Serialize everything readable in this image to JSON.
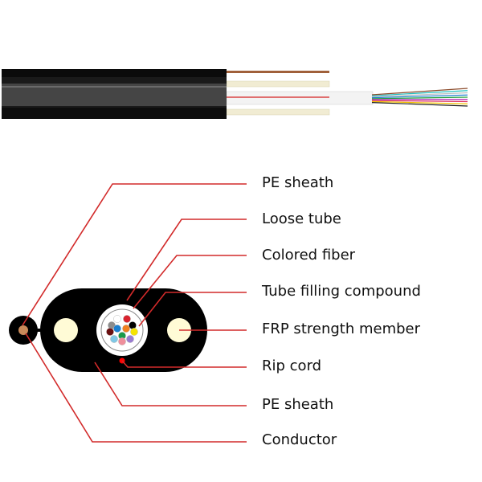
{
  "diagram": {
    "title": "",
    "labels": [
      {
        "id": "pe-sheath-outer",
        "text": "PE sheath"
      },
      {
        "id": "loose-tube",
        "text": "Loose tube"
      },
      {
        "id": "colored-fiber",
        "text": "Colored fiber"
      },
      {
        "id": "tube-filling-compound",
        "text": "Tube filling compound"
      },
      {
        "id": "frp-strength-member",
        "text": "FRP strength member"
      },
      {
        "id": "rip-cord",
        "text": "Rip cord"
      },
      {
        "id": "pe-sheath-inner",
        "text": "PE sheath"
      },
      {
        "id": "conductor",
        "text": "Conductor"
      }
    ],
    "colors": {
      "leader": "#d22a2a",
      "sheath": "#000000",
      "frp": "#fffbd6",
      "conductor": "#c98a5a",
      "rip_cord": "#ff0000"
    },
    "fiber_colors": [
      "#ffffff",
      "#d9232e",
      "#8c8c8c",
      "#000000",
      "#6a0f10",
      "#1a7fd0",
      "#f08020",
      "#f5e300",
      "#1b9a4a",
      "#7fc8e6",
      "#ef8f9c",
      "#9a7cd0"
    ],
    "fan_fiber_colors": [
      "#8b4a2a",
      "#20c0c0",
      "#c0c0c0",
      "#2080d0",
      "#20a040",
      "#b020b0",
      "#e03060",
      "#f0c000",
      "#202020"
    ]
  }
}
